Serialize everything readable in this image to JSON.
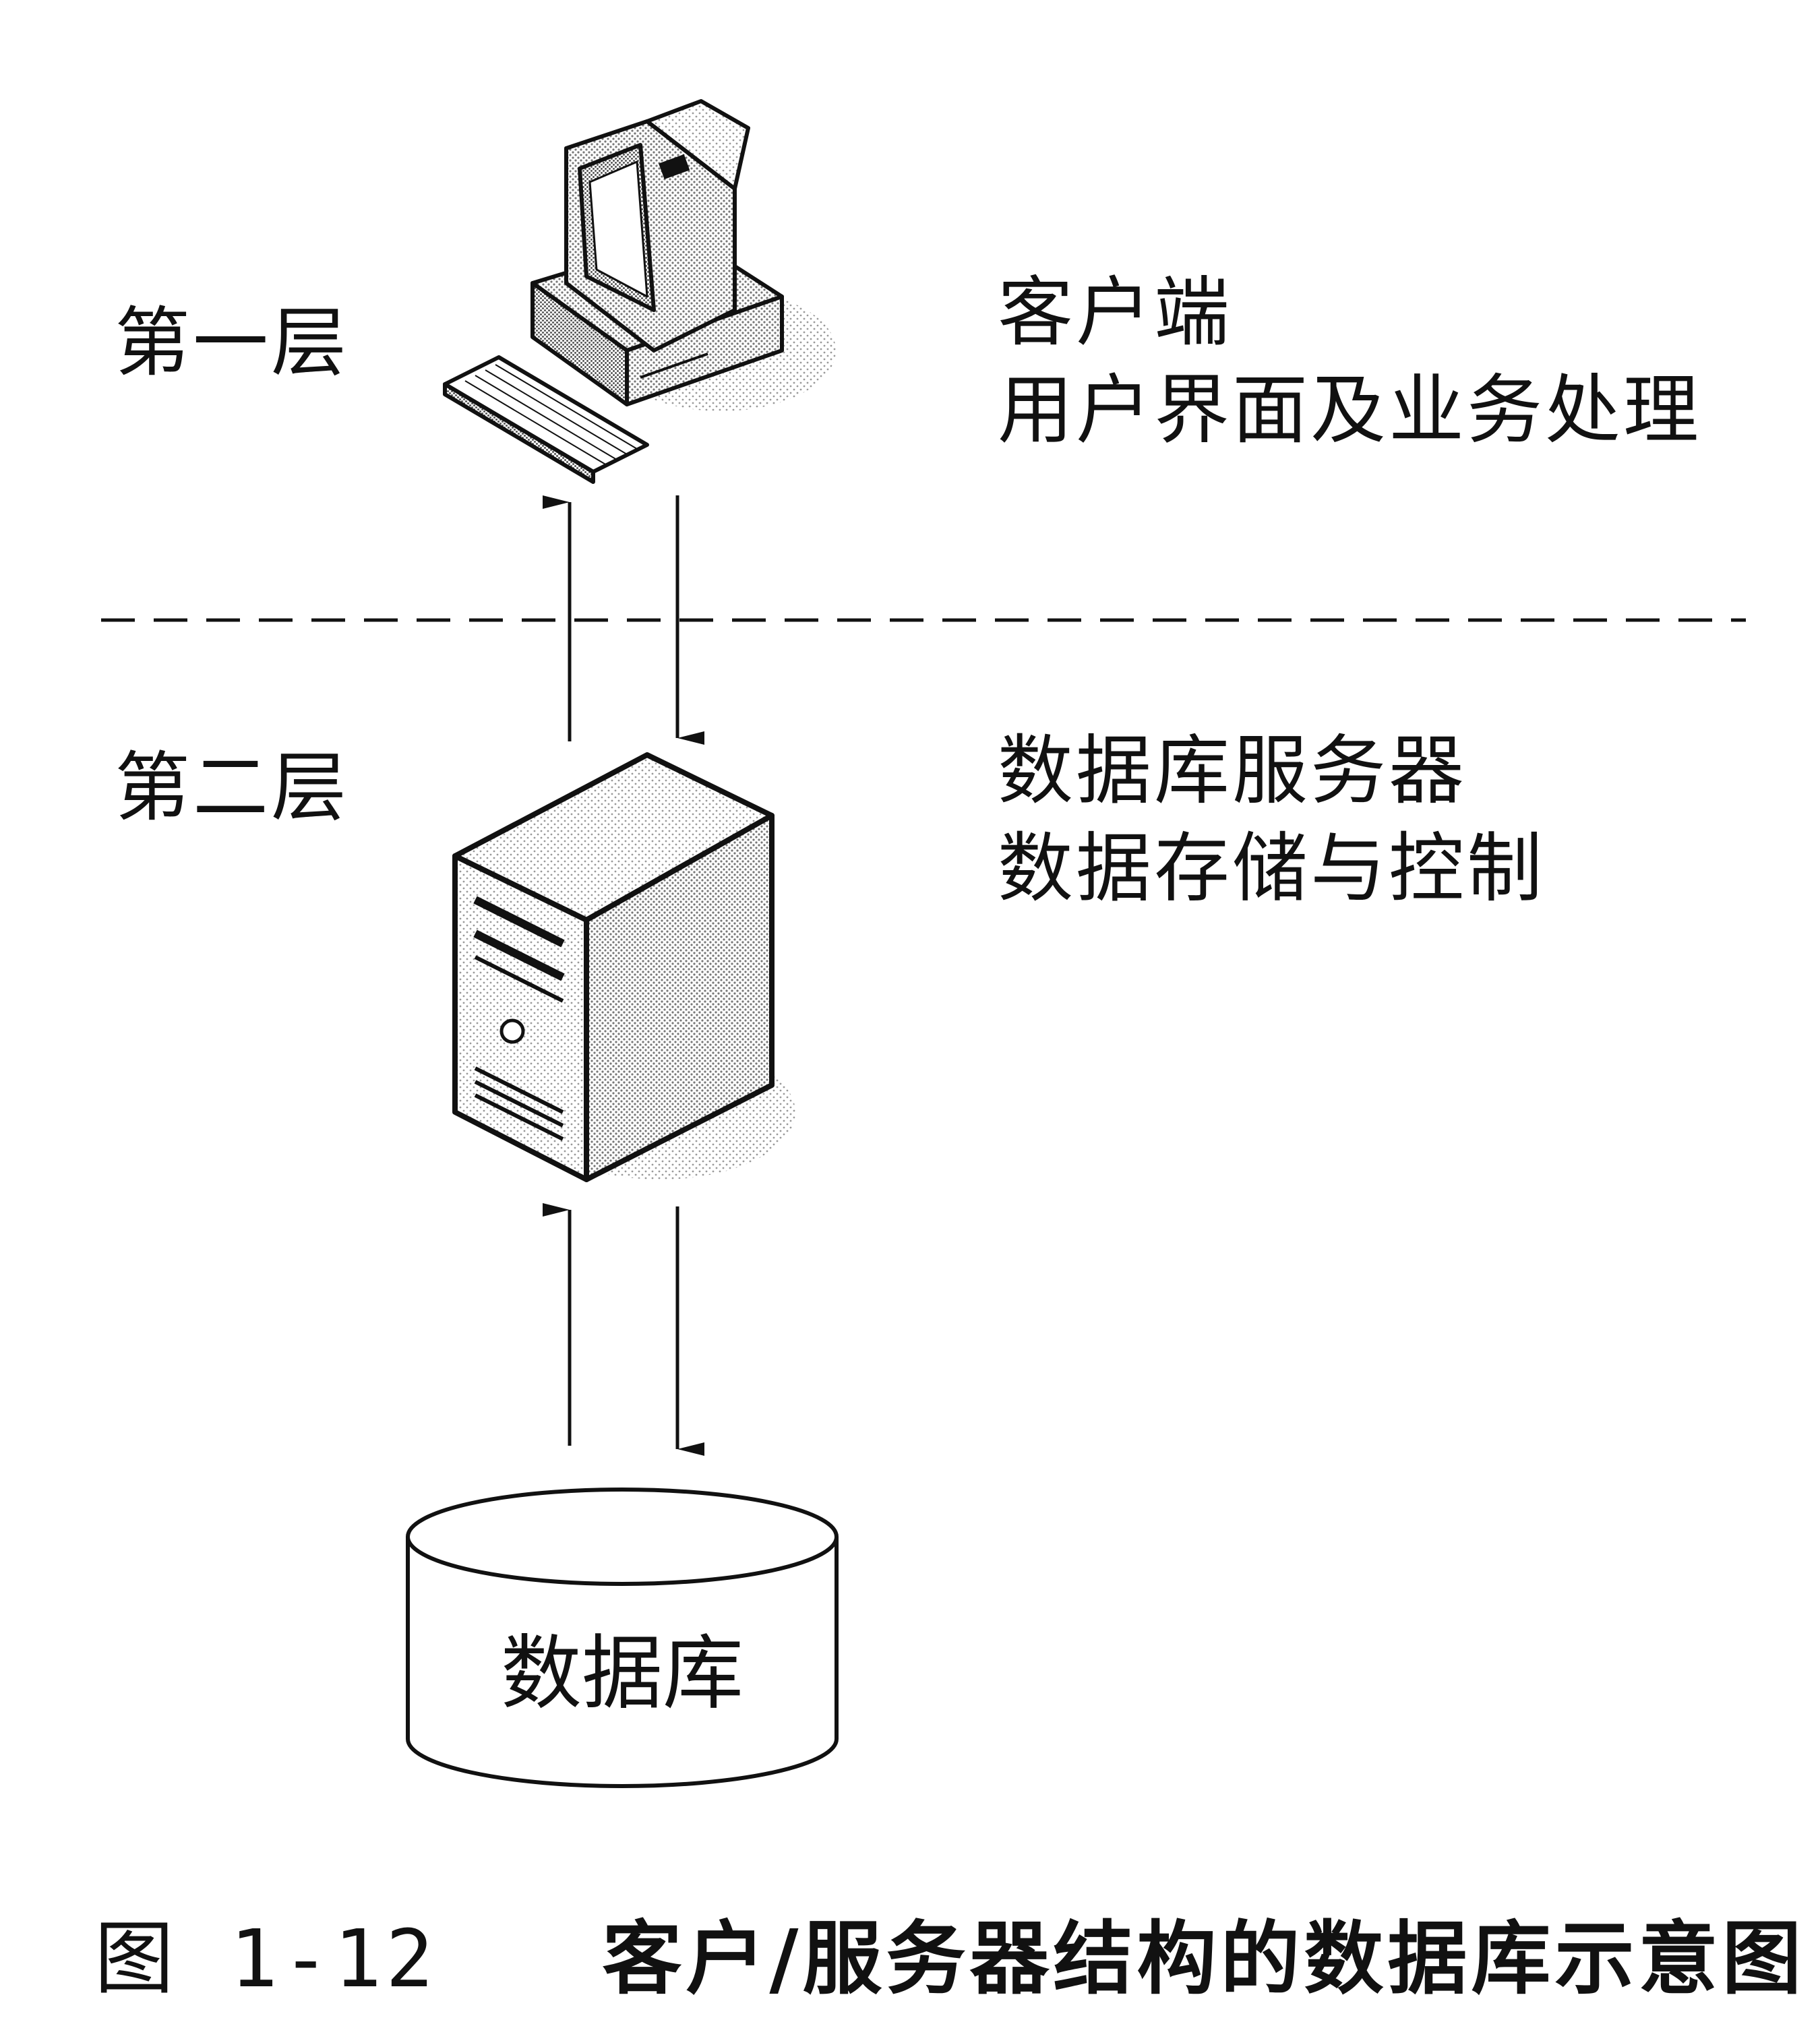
{
  "tiers": [
    {
      "label": "第一层",
      "title": "客户端",
      "subtitle": "用户界面及业务处理"
    },
    {
      "label": "第二层",
      "title": "数据库服务器",
      "subtitle": "数据存储与控制"
    }
  ],
  "database": {
    "label": "数据库"
  },
  "caption": {
    "number": "图 1-12",
    "text": "客户/服务器结构的数据库示意图"
  },
  "icons": {
    "client": "desktop-computer-icon",
    "server": "tower-server-icon",
    "storage": "database-cylinder-icon"
  },
  "colors": {
    "line": "#111111",
    "background": "#ffffff",
    "shade": "#888888"
  }
}
